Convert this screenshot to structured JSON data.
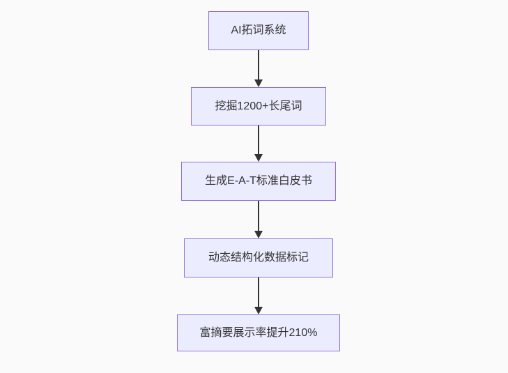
{
  "flowchart": {
    "type": "flowchart",
    "direction": "top-down",
    "nodes": [
      {
        "id": "n1",
        "label": "AI拓词系统"
      },
      {
        "id": "n2",
        "label": "挖掘1200+长尾词"
      },
      {
        "id": "n3",
        "label": "生成E-A-T标准白皮书"
      },
      {
        "id": "n4",
        "label": "动态结构化数据标记"
      },
      {
        "id": "n5",
        "label": "富摘要展示率提升210%"
      }
    ],
    "edges": [
      {
        "from": "n1",
        "to": "n2"
      },
      {
        "from": "n2",
        "to": "n3"
      },
      {
        "from": "n3",
        "to": "n4"
      },
      {
        "from": "n4",
        "to": "n5"
      }
    ],
    "colors": {
      "background": "#fafafa",
      "node_fill": "#ECECFF",
      "node_border": "#9370DB",
      "edge": "#333333",
      "text": "#333333"
    }
  }
}
